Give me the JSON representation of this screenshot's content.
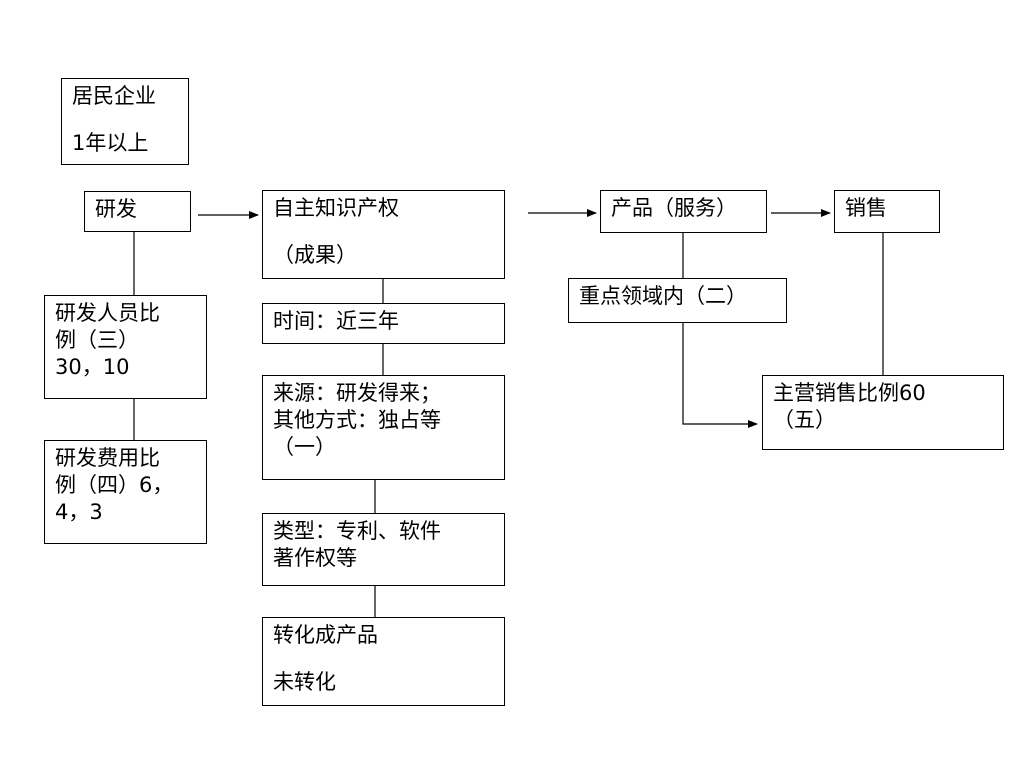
{
  "nodes": {
    "residents": {
      "lines": [
        "居民企业",
        "1年以上"
      ]
    },
    "rnd": {
      "lines": [
        "研发"
      ]
    },
    "rnd_staff": {
      "lines": [
        "研发人员比",
        "例（三）",
        "30，10"
      ]
    },
    "rnd_cost": {
      "lines": [
        "研发费用比",
        "例（四）6，",
        "4，3"
      ]
    },
    "ip": {
      "lines": [
        "自主知识产权",
        "（成果）"
      ]
    },
    "time": {
      "lines": [
        "时间：近三年"
      ]
    },
    "source": {
      "lines": [
        "来源：研发得来；",
        "其他方式：独占等",
        "（一）"
      ]
    },
    "type": {
      "lines": [
        "类型：专利、软件",
        "著作权等"
      ]
    },
    "convert": {
      "lines": [
        "转化成产品",
        "未转化"
      ]
    },
    "product": {
      "lines": [
        "产品（服务）"
      ]
    },
    "key_field": {
      "lines": [
        "重点领域内（二）"
      ]
    },
    "sales": {
      "lines": [
        "销售"
      ]
    },
    "main_sales": {
      "lines": [
        "主营销售比例60",
        "（五）"
      ]
    }
  }
}
